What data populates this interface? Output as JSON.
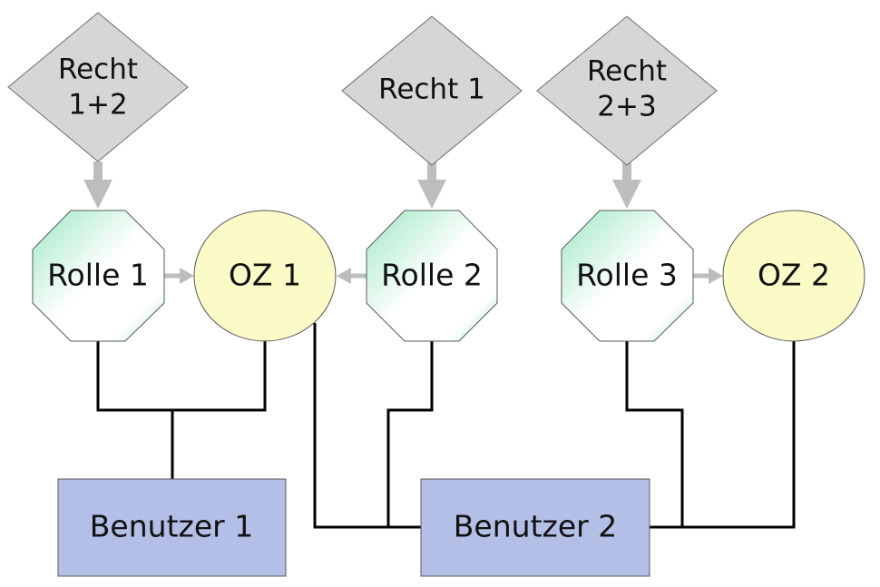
{
  "colors": {
    "diamond_fill": "#d6d6d6",
    "diamond_stroke": "#6e6e6e",
    "role_fill_start": "#9fe8c4",
    "role_fill_end": "#ffffff",
    "role_stroke": "#5a5a5a",
    "org_fill": "#fbfbc8",
    "org_stroke": "#5a5a5a",
    "user_fill": "#b3bfe6",
    "user_stroke": "#5a5a5a",
    "arrow": "#bdbdbd",
    "connector": "#000000"
  },
  "rights": [
    {
      "id": "r12",
      "lines": [
        "Recht",
        "1+2"
      ]
    },
    {
      "id": "r1",
      "lines": [
        "Recht 1"
      ]
    },
    {
      "id": "r23",
      "lines": [
        "Recht",
        "2+3"
      ]
    }
  ],
  "roles": [
    {
      "id": "rolle1",
      "label": "Rolle 1"
    },
    {
      "id": "rolle2",
      "label": "Rolle 2"
    },
    {
      "id": "rolle3",
      "label": "Rolle 3"
    }
  ],
  "org_units": [
    {
      "id": "oz1",
      "label": "OZ 1"
    },
    {
      "id": "oz2",
      "label": "OZ 2"
    }
  ],
  "users": [
    {
      "id": "benutzer1",
      "label": "Benutzer 1"
    },
    {
      "id": "benutzer2",
      "label": "Benutzer 2"
    }
  ],
  "edges": [
    {
      "from": "r12",
      "to": "rolle1",
      "kind": "arrow"
    },
    {
      "from": "r1",
      "to": "rolle2",
      "kind": "arrow"
    },
    {
      "from": "r23",
      "to": "rolle3",
      "kind": "arrow"
    },
    {
      "from": "rolle1",
      "to": "oz1",
      "kind": "arrow"
    },
    {
      "from": "rolle2",
      "to": "oz1",
      "kind": "arrow"
    },
    {
      "from": "rolle3",
      "to": "oz2",
      "kind": "arrow"
    },
    {
      "from": "rolle1",
      "to": "benutzer1",
      "kind": "line"
    },
    {
      "from": "oz1",
      "to": "benutzer1",
      "kind": "line"
    },
    {
      "from": "oz1",
      "to": "benutzer2",
      "kind": "line"
    },
    {
      "from": "rolle2",
      "to": "benutzer2",
      "kind": "line"
    },
    {
      "from": "rolle3",
      "to": "benutzer2",
      "kind": "line"
    },
    {
      "from": "oz2",
      "to": "benutzer2",
      "kind": "line"
    }
  ]
}
